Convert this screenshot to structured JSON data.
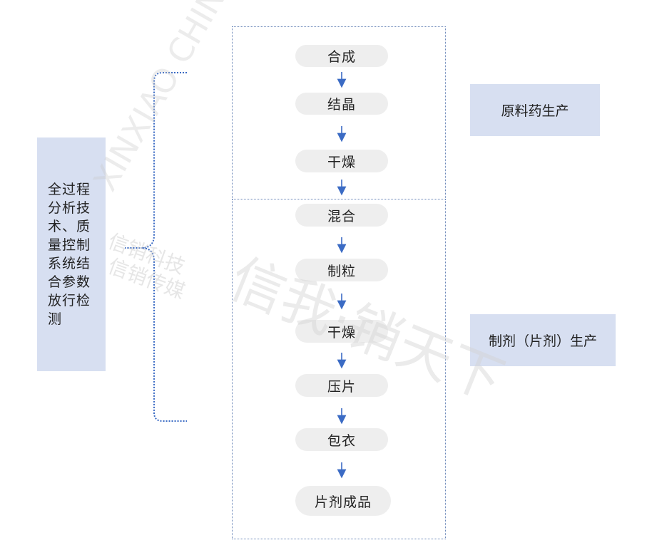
{
  "left_label": "全过程分析技术、质量控制系统结合参数放行检测",
  "api_label": "原料药生产",
  "formulation_label": "制剂（片剂）生产",
  "api_steps": [
    "合成",
    "结晶",
    "干燥"
  ],
  "formulation_steps": [
    "混合",
    "制粒",
    "干燥",
    "压片",
    "包衣",
    "片剂成品"
  ],
  "watermark": {
    "logo_text": "XINXIAO CHINA",
    "company_cn": "信销科技",
    "company_cn2": "信销传媒",
    "slogan": "信我·销天下"
  },
  "colors": {
    "label_fill": "#d7dff1",
    "pill_fill": "#eeeeee",
    "arrow": "#3b6bc4",
    "border": "#6a86b8"
  }
}
